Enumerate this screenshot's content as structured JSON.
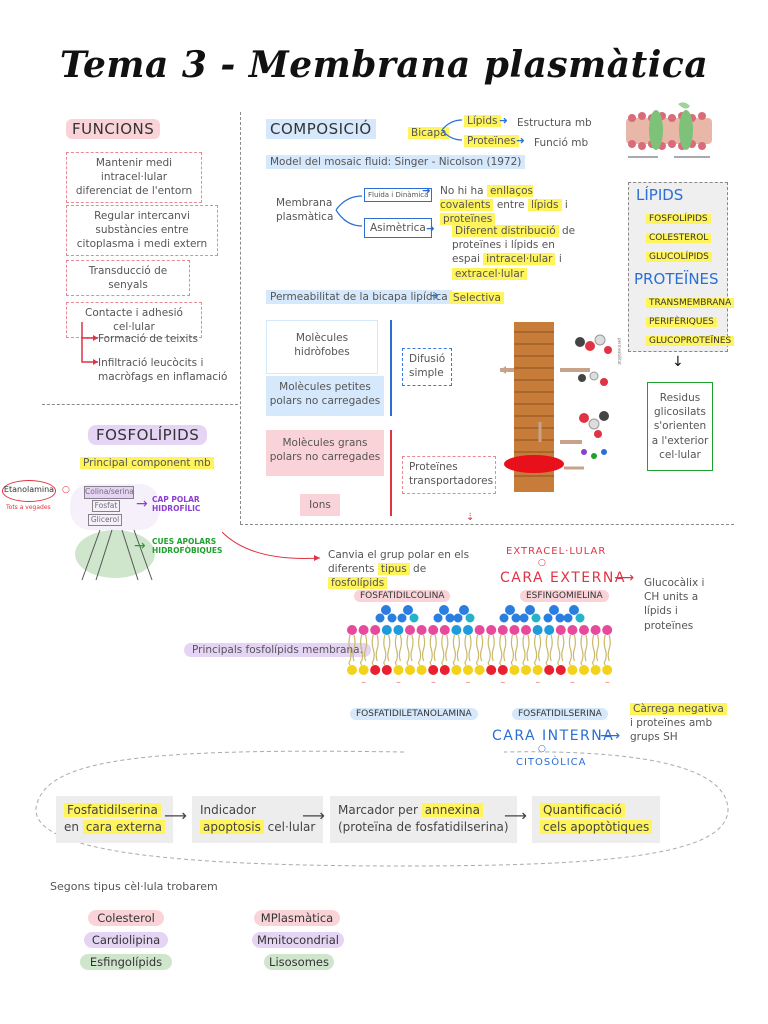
{
  "title": "Tema 3 - Membrana plasmàtica",
  "funcions": {
    "heading": "FUNCIONS",
    "items": [
      "Mantenir medi intracel·lular diferenciat de l'entorn",
      "Regular intercanvi substàncies entre citoplasma i medi extern",
      "Transducció de senyals",
      "Contacte i adhesió cel·lular"
    ],
    "sub_items": [
      "Formació de teixits",
      "Infiltració leucòcits i macròfags en inflamació"
    ]
  },
  "composicio": {
    "heading": "COMPOSICIÓ",
    "bicapa": "Bicapa",
    "lipids": "Lípids",
    "lipids_fn": "Estructura mb",
    "proteines": "Proteïnes",
    "proteines_fn": "Funció mb",
    "model": "Model del mosaic fluid: Singer - Nicolson (1972)",
    "membrana": "Membrana plasmàtica",
    "fluida": "Fluida i Dinàmica",
    "fluida_desc_pre": "No hi ha",
    "fluida_desc_hl1": "enllaços covalents",
    "fluida_desc_mid": "entre",
    "fluida_desc_hl2": "lípids",
    "fluida_desc_and": "i",
    "fluida_desc_hl3": "proteïnes",
    "asimetrica": "Asimètrica",
    "asim_desc_hl1": "Diferent distribució",
    "asim_desc_mid": "de proteïnes i lípids en espai",
    "asim_desc_hl2": "intracel·lular",
    "asim_desc_and": "i",
    "asim_desc_hl3": "extracel·lular",
    "permeab": "Permeabilitat de la bicapa lipídica",
    "selectiva": "Selectiva"
  },
  "lipid_box": {
    "lipids_title": "LÍPIDS",
    "lipids": [
      "FOSFOLÍPIDS",
      "COLESTEROL",
      "GLUCOLÍPIDS"
    ],
    "proteines_title": "PROTEÏNES",
    "proteines": [
      "TRANSMEMBRANA",
      "PERIFÈRIQUES",
      "GLUCOPROTEÏNES"
    ],
    "residus": "Residus glicosilats s'orienten a l'exterior cel·lular"
  },
  "transport": {
    "hidrofobes": "Molècules hidròfobes",
    "petites": "Molècules petites polars no carregades",
    "difusio": "Difusió simple",
    "grans": "Molècules grans polars no carregades",
    "ions": "Ions",
    "transportadores": "Proteïnes transportadores"
  },
  "fosfolipids": {
    "heading": "FOSFOLÍPIDS",
    "subtitle": "Principal component mb",
    "etanolamina": "Etanolamina",
    "tots": "Tots a vegades",
    "colina": "Colina/serina",
    "fosfat": "Fosfat",
    "glicerol": "Glicerol",
    "cap_polar": "CAP POLAR HIDROFÍLIC",
    "cues": "CUES APOLARS HIDROFÒBIQUES",
    "canvia_pre": "Canvia el grup polar en els diferents",
    "canvia_hl1": "tipus",
    "canvia_mid": "de",
    "canvia_hl2": "fosfolípids"
  },
  "membrane": {
    "principals": "Principals fosfolípids membrana:",
    "extracel": "EXTRACEL·LULAR",
    "cara_externa": "CARA EXTERNA",
    "fosfatidilcolina": "FOSFATIDILCOLINA",
    "esfingomielina": "ESFINGOMIELINA",
    "glucocalix": "Glucocàlix i CH units a lípids i proteïnes",
    "fosfatidiletanolamina": "FOSFATIDILETANOLAMINA",
    "fosfatidilserina": "FOSFATIDILSERINA",
    "cara_interna": "CARA INTERNA",
    "citosolica": "CITOSÒLICA",
    "carrega": "Càrrega negativa",
    "carrega_desc": "i proteïnes amb grups SH"
  },
  "flow": {
    "box1_hl": "Fosfatidilserina",
    "box1_pre": "en",
    "box1_hl2": "cara externa",
    "box2_l1": "Indicador",
    "box2_hl": "apoptosis",
    "box2_post": "cel·lular",
    "box3_pre": "Marcador per",
    "box3_hl": "annexina",
    "box3_l2": "(proteïna de fosfatidilserina)",
    "box4_hl1": "Quantificació",
    "box4_hl2": "cels apoptòtiques"
  },
  "bottom": {
    "segons": "Segons tipus cèl·lula trobarem",
    "left": [
      "Colesterol",
      "Cardiolipina",
      "Esfingolípids"
    ],
    "right": [
      "MPlasmàtica",
      "Mmitocondrial",
      "Lisosomes"
    ]
  },
  "colors": {
    "accent_pink": "#f9d3d8",
    "accent_yellow": "#fff45c",
    "accent_blue": "#d6e8fb",
    "red": "#e03444",
    "blue": "#2b6fd6",
    "green": "#1ea12e"
  }
}
